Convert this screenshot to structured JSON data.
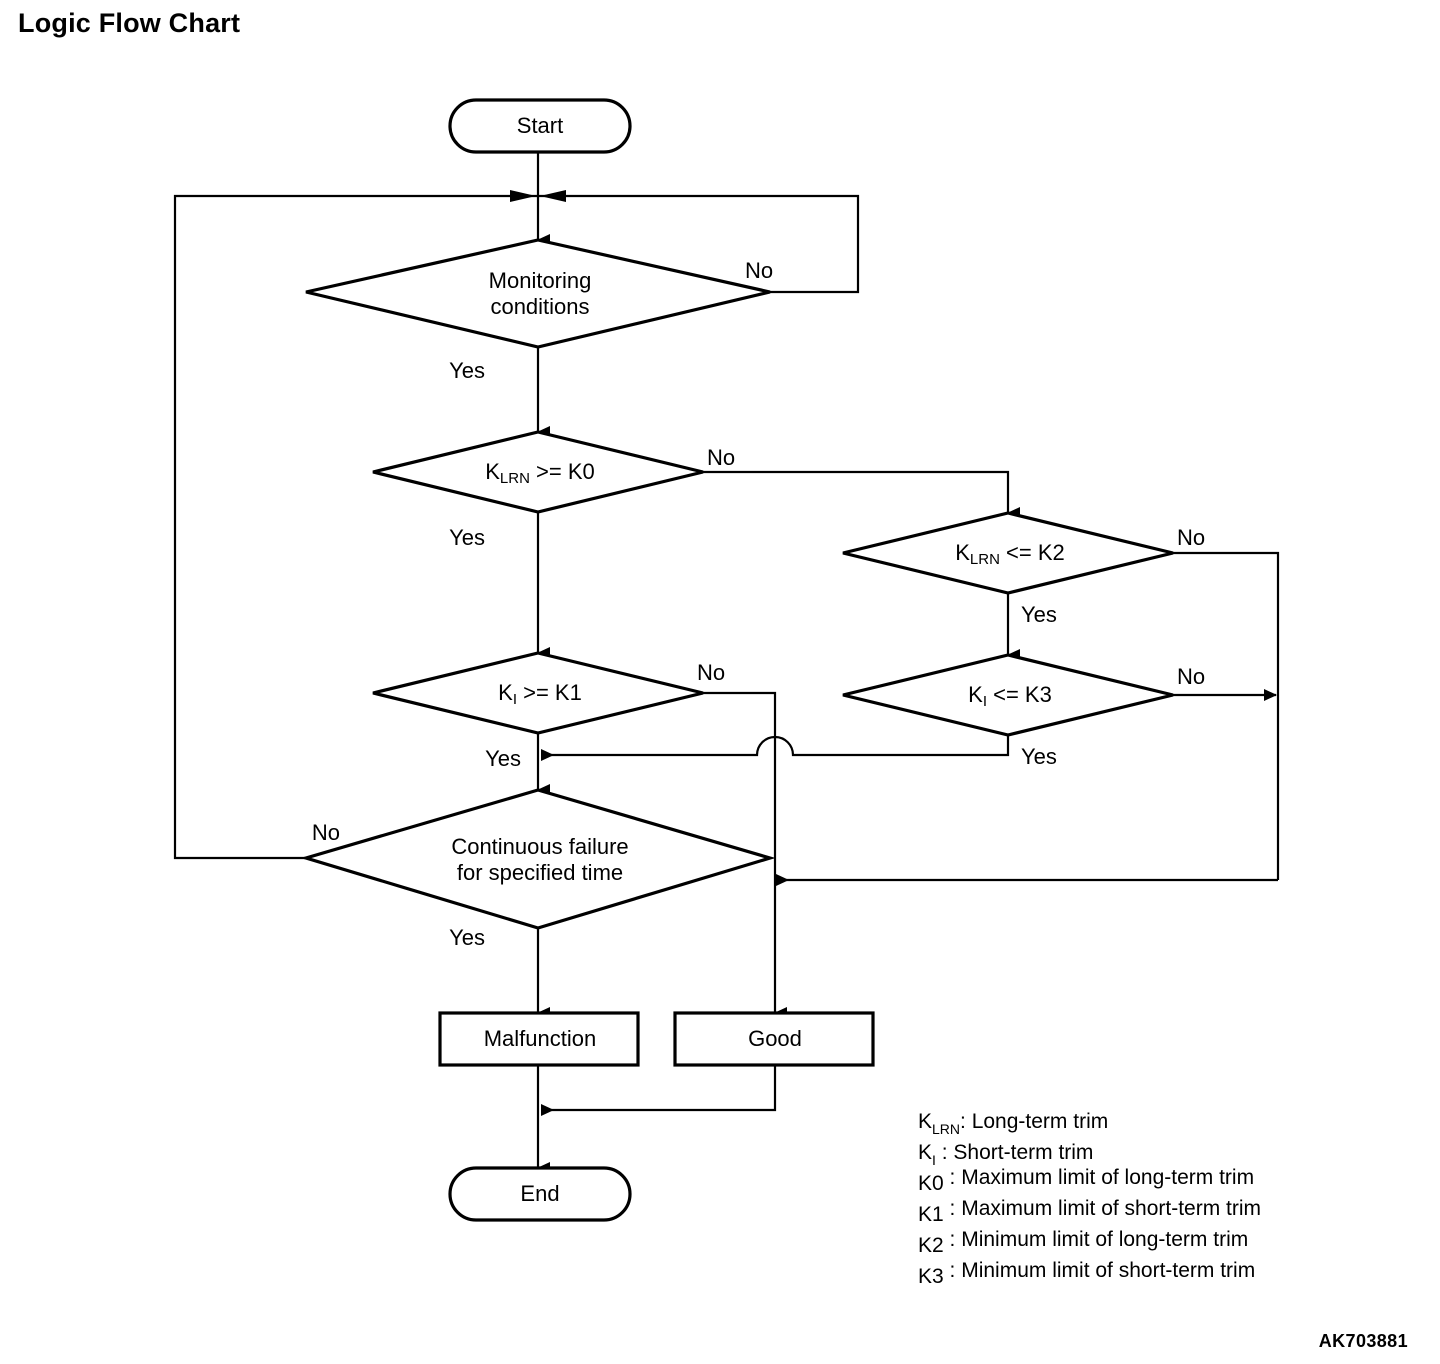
{
  "page": {
    "title": "Logic Flow Chart",
    "figure_code": "AK703881"
  },
  "flowchart": {
    "nodes": {
      "start": {
        "label": "Start",
        "shape": "terminator"
      },
      "monitoring": {
        "label_line1": "Monitoring",
        "label_line2": "conditions",
        "shape": "decision"
      },
      "klrn_ge_k0": {
        "label_main": "K",
        "label_subscript": "LRN",
        "label_rest": " >= K0",
        "shape": "decision"
      },
      "klrn_le_k2": {
        "label_main": "K",
        "label_subscript": "LRN",
        "label_rest": " <= K2",
        "shape": "decision"
      },
      "ki_ge_k1": {
        "label_main": "K",
        "label_subscript": "I",
        "label_rest": " >= K1",
        "shape": "decision"
      },
      "ki_le_k3": {
        "label_main": "K",
        "label_subscript": "I",
        "label_rest": " <= K3",
        "shape": "decision"
      },
      "continuous_failure": {
        "label_line1": "Continuous failure",
        "label_line2": "for specified time",
        "shape": "decision"
      },
      "malfunction": {
        "label": "Malfunction",
        "shape": "process"
      },
      "good": {
        "label": "Good",
        "shape": "process"
      },
      "end": {
        "label": "End",
        "shape": "terminator"
      }
    },
    "edge_labels": {
      "monitoring_no": "No",
      "monitoring_yes": "Yes",
      "klrn_ge_k0_no": "No",
      "klrn_ge_k0_yes": "Yes",
      "klrn_le_k2_no": "No",
      "klrn_le_k2_yes": "Yes",
      "ki_ge_k1_no": "No",
      "ki_ge_k1_yes": "Yes",
      "ki_le_k3_no": "No",
      "ki_le_k3_yes": "Yes",
      "continuous_failure_no": "No",
      "continuous_failure_yes": "Yes"
    }
  },
  "legend": {
    "entries": [
      {
        "symbol_main": "K",
        "symbol_sub": "LRN",
        "separator": ": ",
        "description": "Long-term trim"
      },
      {
        "symbol_main": "K",
        "symbol_sub": "I",
        "separator": "   : ",
        "description": "Short-term trim"
      },
      {
        "symbol_main": "K0",
        "symbol_sub": "",
        "separator": "  : ",
        "description": "Maximum limit of long-term trim"
      },
      {
        "symbol_main": "K1",
        "symbol_sub": "",
        "separator": "  : ",
        "description": "Maximum limit of short-term trim"
      },
      {
        "symbol_main": "K2",
        "symbol_sub": "",
        "separator": "  : ",
        "description": "Minimum limit of long-term trim"
      },
      {
        "symbol_main": "K3",
        "symbol_sub": "",
        "separator": "  : ",
        "description": "Minimum limit of short-term trim"
      }
    ]
  },
  "colors": {
    "ink": "#000000",
    "paper": "#ffffff"
  }
}
